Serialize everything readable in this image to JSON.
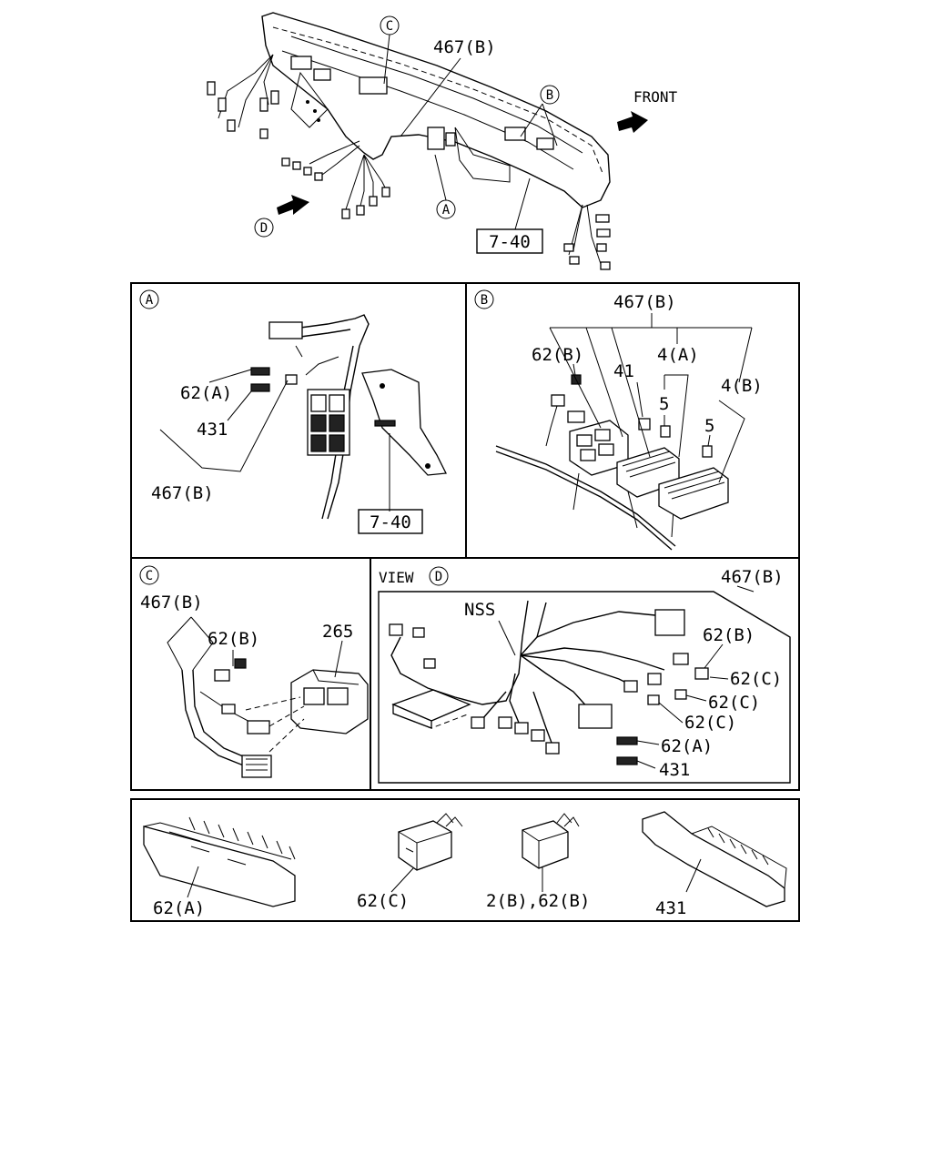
{
  "overview": {
    "ref_467b": "467(B)",
    "ref_740": "7-40",
    "front_label": "FRONT",
    "callout_a": "A",
    "callout_b": "B",
    "callout_c": "C",
    "callout_d": "D"
  },
  "panel_a": {
    "callout": "A",
    "labels": {
      "p62a": "62(A)",
      "p431": "431",
      "p467b": "467(B)",
      "p740": "7-40"
    }
  },
  "panel_b": {
    "callout": "B",
    "labels": {
      "p467b": "467(B)",
      "p62b": "62(B)",
      "p41": "41",
      "p4a": "4(A)",
      "p5a": "5",
      "p4b": "4(B)",
      "p5b": "5"
    }
  },
  "panel_c": {
    "callout": "C",
    "labels": {
      "p467b": "467(B)",
      "p62b": "62(B)",
      "p265": "265"
    }
  },
  "panel_d": {
    "view_word": "VIEW",
    "callout": "D",
    "labels": {
      "p467b": "467(B)",
      "nss": "NSS",
      "p62b": "62(B)",
      "p62c1": "62(C)",
      "p62c2": "62(C)",
      "p62c3": "62(C)",
      "p62a": "62(A)",
      "p431": "431"
    }
  },
  "legend": {
    "items": [
      {
        "label": "62(A)"
      },
      {
        "label": "62(C)"
      },
      {
        "label": "2(B),62(B)"
      },
      {
        "label": "431"
      }
    ]
  }
}
